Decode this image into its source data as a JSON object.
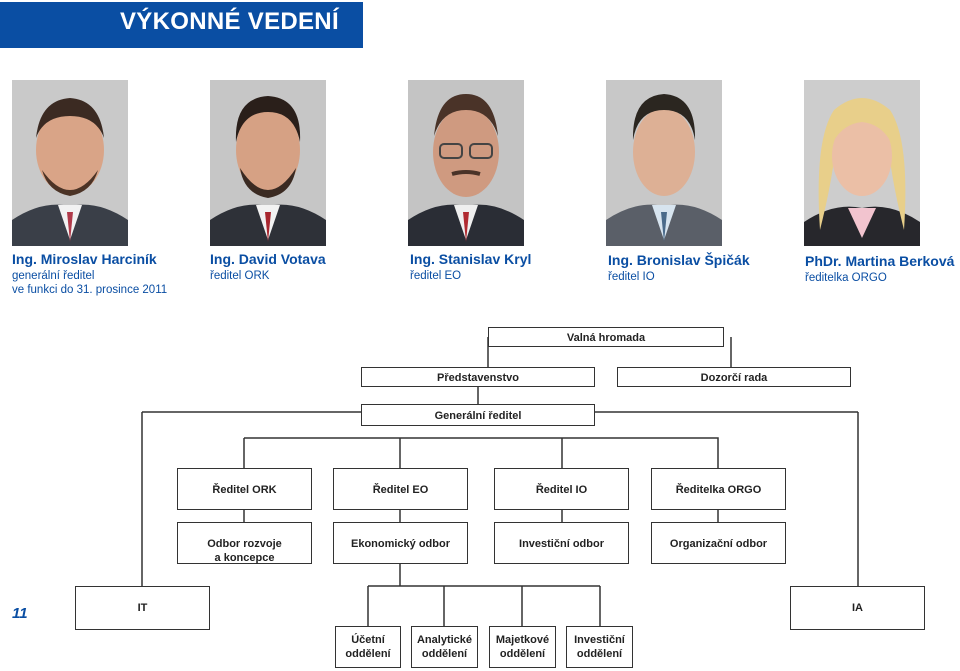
{
  "header": {
    "title": "VÝKONNÉ VEDENÍ"
  },
  "people": [
    {
      "name": "Ing. Miroslav Harciník",
      "role_lines": [
        "generální ředitel",
        "ve funkci do 31. prosince 2011"
      ]
    },
    {
      "name": "Ing. David Votava",
      "role_lines": [
        "ředitel ORK"
      ]
    },
    {
      "name": "Ing. Stanislav Kryl",
      "role_lines": [
        "ředitel EO"
      ]
    },
    {
      "name": "Ing. Bronislav Špičák",
      "role_lines": [
        "ředitel IO"
      ]
    },
    {
      "name": "PhDr. Martina Berková",
      "role_lines": [
        "ředitelka ORGO"
      ]
    }
  ],
  "org_chart": {
    "valna_hromada": "Valná hromada",
    "predstavenstvo": "Představenstvo",
    "dozorci_rada": "Dozorčí rada",
    "generalni_reditel": "Generální ředitel",
    "directors": [
      "Ředitel ORK",
      "Ředitel EO",
      "Ředitel IO",
      "Ředitelka ORGO"
    ],
    "departments": [
      [
        "Odbor rozvoje",
        "a koncepce"
      ],
      [
        "Ekonomický odbor"
      ],
      [
        "Investiční odbor"
      ],
      [
        "Organizační odbor"
      ]
    ],
    "it": "IT",
    "ia": "IA",
    "sub_departments": [
      [
        "Účetní",
        "oddělení"
      ],
      [
        "Analytické",
        "oddělení"
      ],
      [
        "Majetkové",
        "oddělení"
      ],
      [
        "Investiční",
        "oddělení"
      ]
    ]
  },
  "page_number": "11",
  "colors": {
    "brand_blue": "#0a4ea3",
    "line": "#333333"
  }
}
